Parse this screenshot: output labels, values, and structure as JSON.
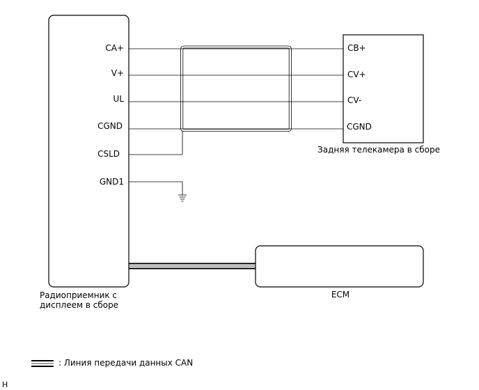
{
  "radio": {
    "pins": [
      "CA+",
      "V+",
      "UL",
      "CGND",
      "CSLD",
      "GND1"
    ],
    "label_line1": "Радиоприемник с",
    "label_line2": "дисплеем в сборе"
  },
  "camera": {
    "pins": [
      "CB+",
      "CV+",
      "CV-",
      "CGND"
    ],
    "label": "Задняя телекамера в сборе"
  },
  "ecm": {
    "label": "ECM"
  },
  "legend": {
    "text": ": Линия передачи данных CAN"
  },
  "corner_mark": "H"
}
